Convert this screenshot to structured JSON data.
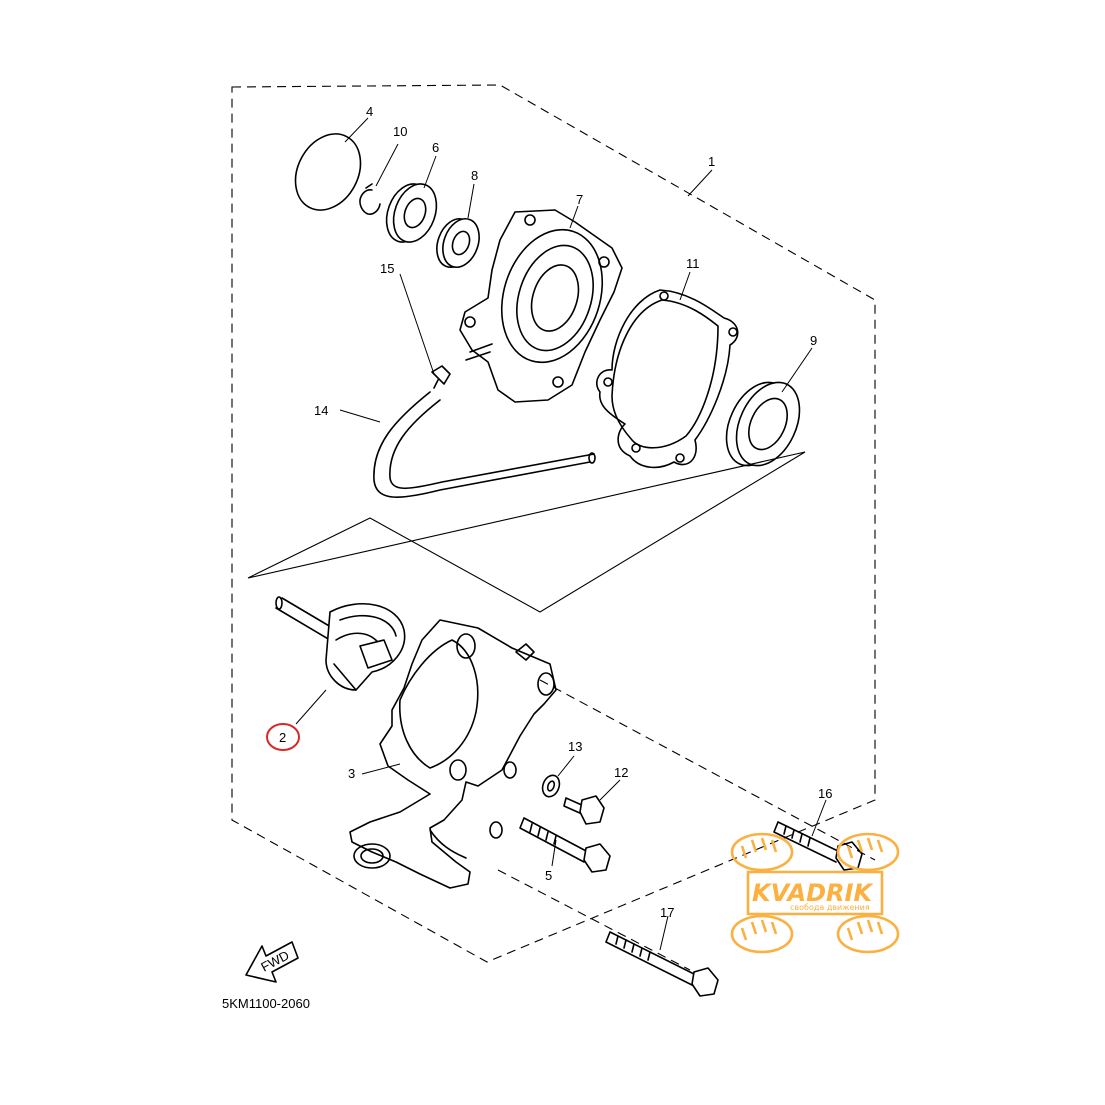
{
  "diagram": {
    "part_code": "5KM1100-2060",
    "fwd_label": "FWD",
    "highlighted_part": "2",
    "callouts": [
      "1",
      "2",
      "3",
      "4",
      "5",
      "6",
      "7",
      "8",
      "9",
      "10",
      "11",
      "12",
      "13",
      "14",
      "15",
      "16",
      "17"
    ]
  },
  "watermark": {
    "brand": "KVADRIK",
    "tagline": "свобода движения"
  },
  "colors": {
    "line": "#000000",
    "highlight": "#d62828",
    "logo": "#fbb040"
  }
}
